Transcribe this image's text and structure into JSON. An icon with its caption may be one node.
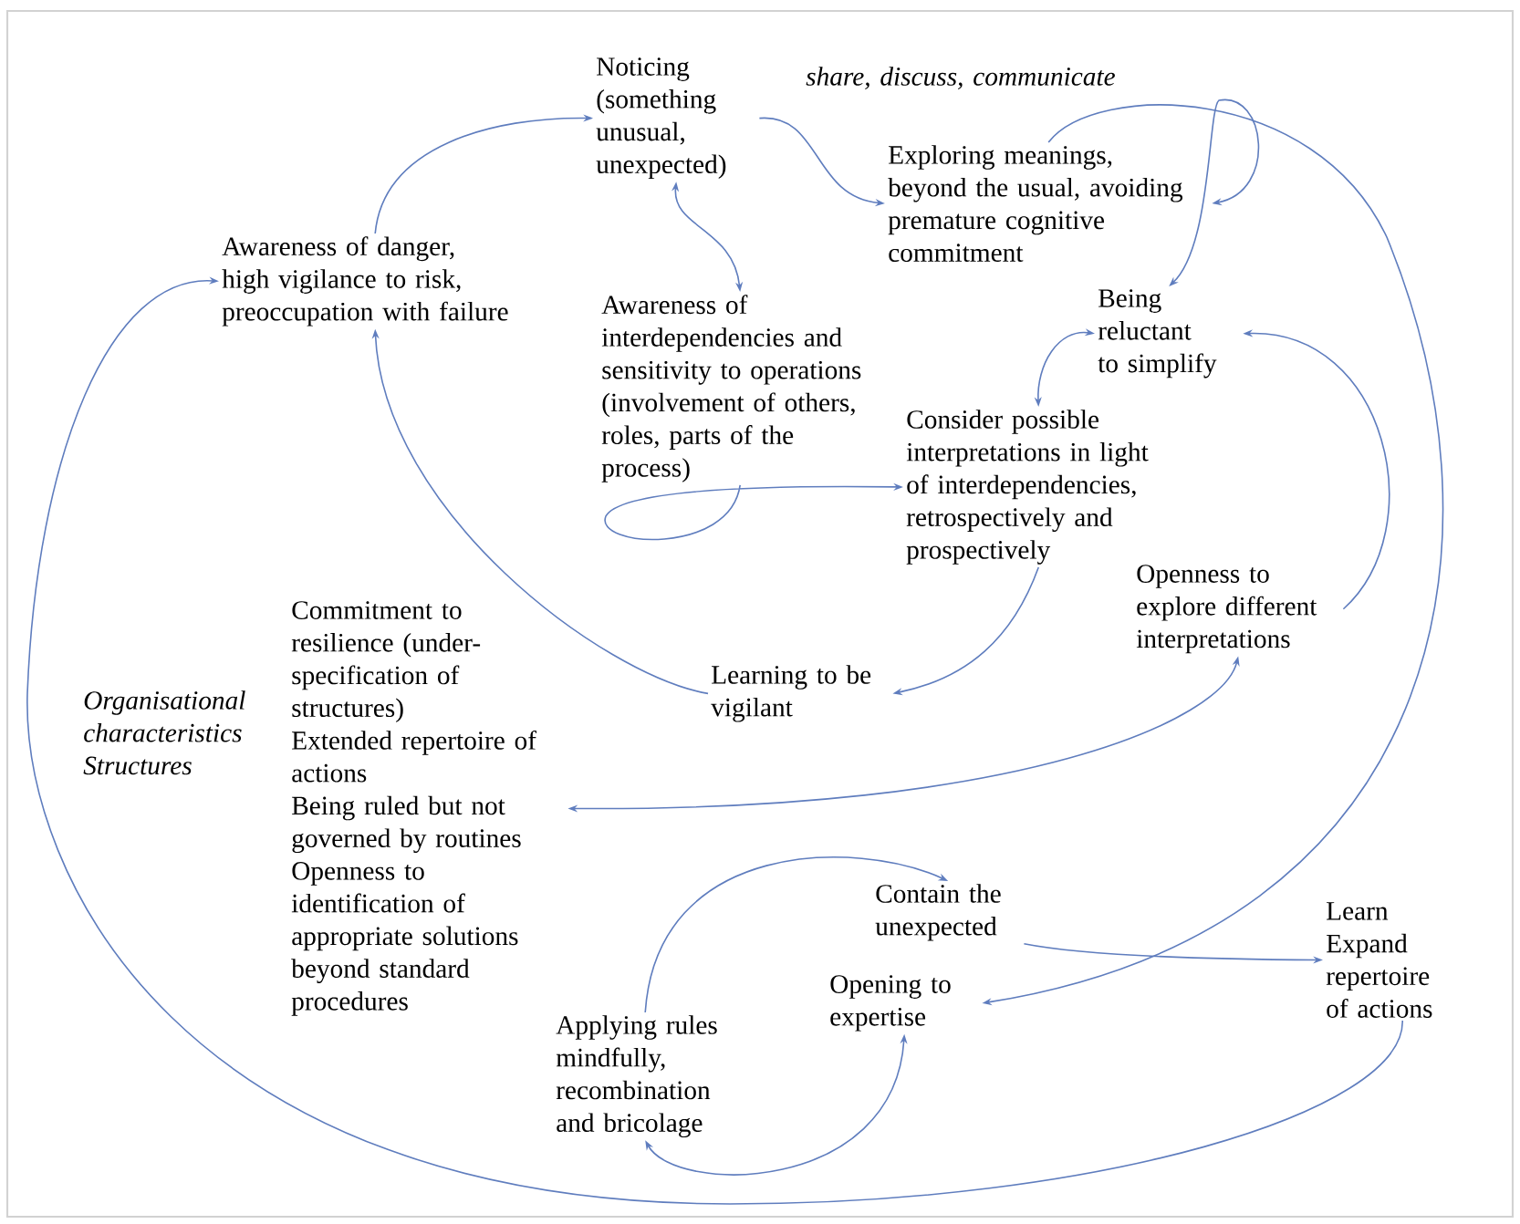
{
  "diagram": {
    "nodes": [
      {
        "text": [
          "Noticing (something unusual, unexpected)"
        ]
      },
      {
        "text": [
          "Awareness of danger, high vigilance to risk, preoccupation with failure"
        ]
      },
      {
        "text": [
          "Exploring meanings, beyond the usual, avoiding premature cognitive commitment"
        ]
      },
      {
        "text": [
          "Awareness of interdependencies and sensitivity to operations (involvement of others, roles, parts of the process)"
        ]
      },
      {
        "text": [
          "Being reluctant to simplify"
        ]
      },
      {
        "text": [
          "Consider possible interpretations in light of interdependencies, retrospectively and prospectively"
        ]
      },
      {
        "text": [
          "Openness to explore different interpretations"
        ]
      },
      {
        "text": [
          "Learning to be vigilant"
        ]
      },
      {
        "text": [
          "Commitment to resilience (under-specification of structures)",
          "Extended repertoire of actions",
          "Being ruled but not governed by routines",
          "Openness to identification of appropriate solutions beyond standard procedures"
        ]
      },
      {
        "text": [
          "Applying rules mindfully, recombination and bricolage"
        ]
      },
      {
        "text": [
          "Contain the unexpected"
        ]
      },
      {
        "text": [
          "Opening to expertise"
        ]
      },
      {
        "text": [
          "Learn",
          "Expand repertoire of actions"
        ]
      }
    ],
    "edges": [
      {
        "from": 1,
        "to": 0,
        "arrow": "to"
      },
      {
        "from": 0,
        "to": 3,
        "arrow": "both"
      },
      {
        "from": 0,
        "to": 2,
        "arrow": "to"
      },
      {
        "from": 2,
        "to": 4,
        "arrow": "both"
      },
      {
        "from": 2,
        "to": 11,
        "arrow": "to"
      },
      {
        "from": 4,
        "to": 5,
        "arrow": "both"
      },
      {
        "from": 3,
        "to": 5,
        "arrow": "to"
      },
      {
        "from": 5,
        "to": 7,
        "arrow": "to"
      },
      {
        "from": 7,
        "to": 1,
        "arrow": "to"
      },
      {
        "from": 6,
        "to": 4,
        "arrow": "to"
      },
      {
        "from": 6,
        "to": 8,
        "arrow": "both"
      },
      {
        "from": 9,
        "to": 10,
        "arrow": "to"
      },
      {
        "from": 10,
        "to": 12,
        "arrow": "to"
      },
      {
        "from": 12,
        "to": 1,
        "arrow": "to"
      },
      {
        "from": 9,
        "to": 11,
        "arrow": "both"
      }
    ],
    "labels": [
      "share, discuss, communicate",
      "Organisational characteristics Structures"
    ]
  }
}
